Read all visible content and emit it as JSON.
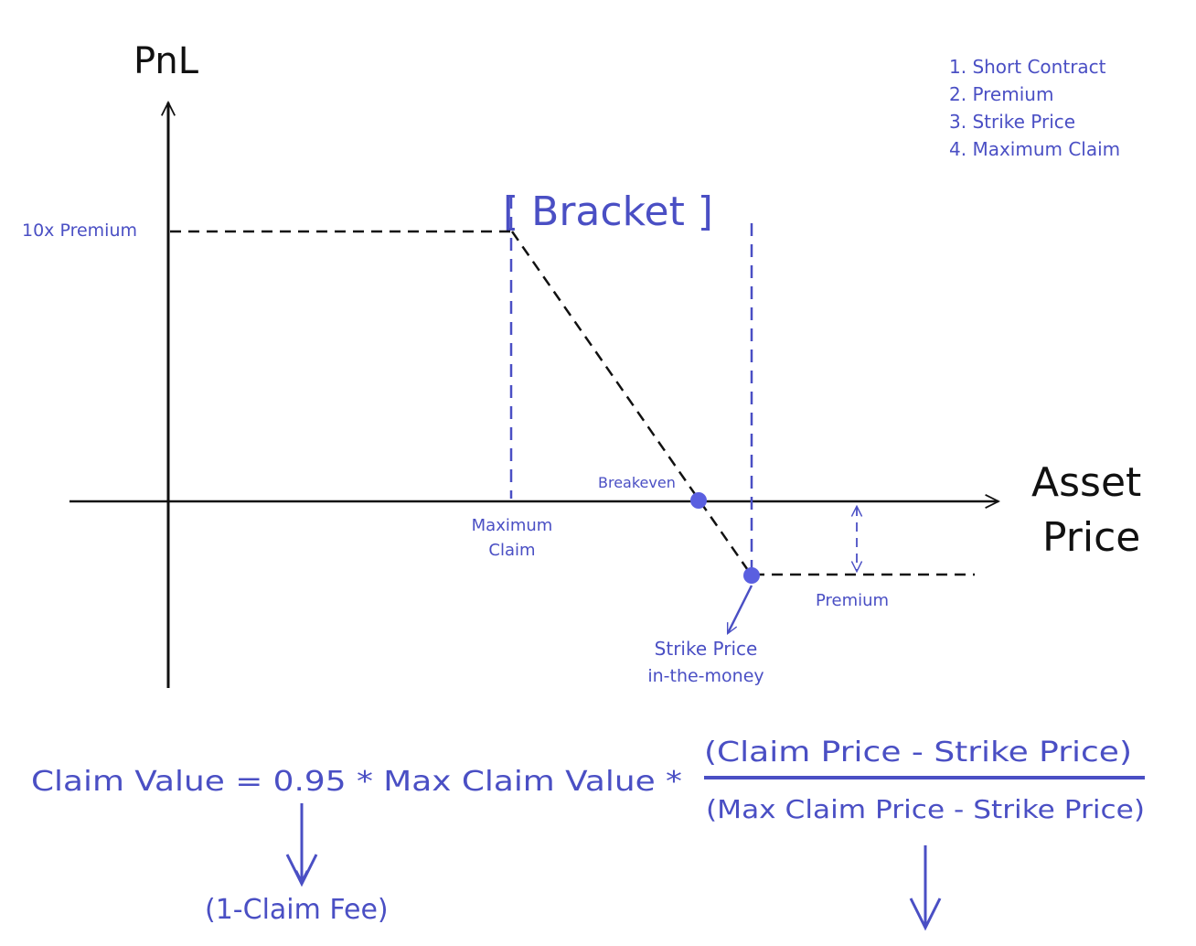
{
  "axes": {
    "y_label": "PnL",
    "x_label_line1": "Asset",
    "x_label_line2": "Price"
  },
  "legend": {
    "items": [
      "1. Short Contract",
      "2. Premium",
      "3. Strike Price",
      "4. Maximum Claim"
    ]
  },
  "bracket": {
    "label": "[ Bracket ]"
  },
  "annotations": {
    "ten_x_premium": "10x Premium",
    "breakeven": "Breakeven",
    "maximum_claim_line1": "Maximum",
    "maximum_claim_line2": "Claim",
    "premium": "Premium",
    "strike_price_line1": "Strike Price",
    "strike_price_line2": "in-the-money"
  },
  "formula": {
    "lhs": "Claim Value = 0.95 * Max Claim Value *",
    "numerator": "(Claim Price - Strike Price)",
    "denominator": "(Max Claim Price - Strike Price)",
    "fee_note": "(1-Claim Fee)"
  },
  "colors": {
    "ink": "#111111",
    "accent": "#4a4fc4",
    "point": "#5a5fe0"
  }
}
